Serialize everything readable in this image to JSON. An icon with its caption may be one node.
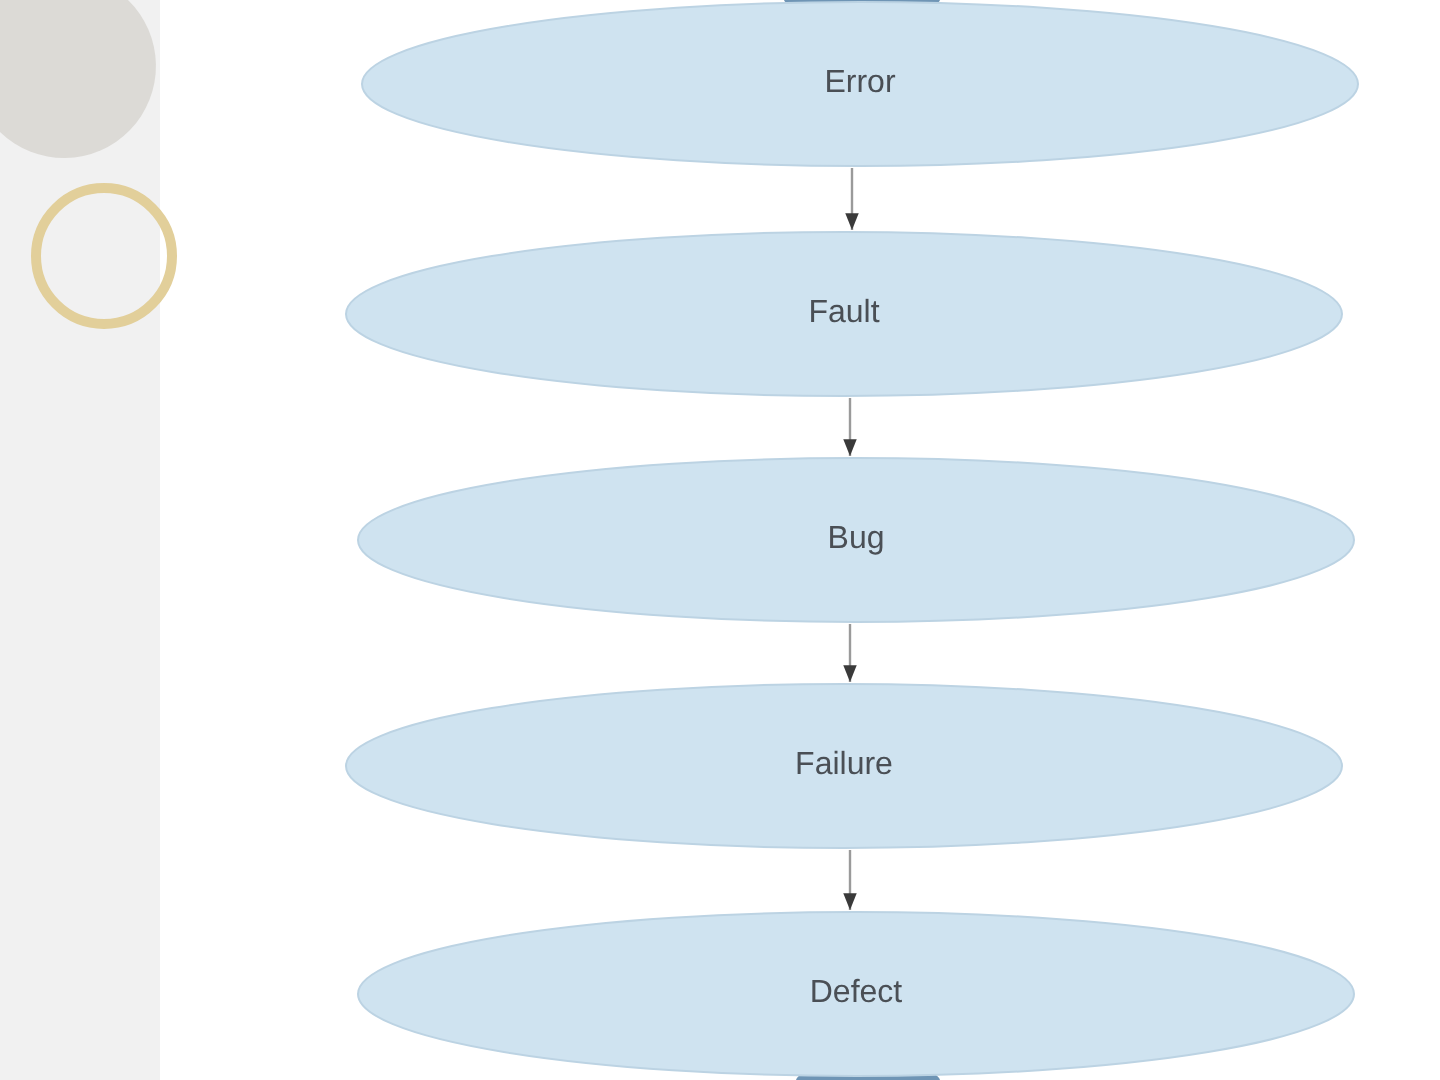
{
  "diagram": {
    "nodes": [
      {
        "text": [
          "Error"
        ]
      },
      {
        "text": [
          "Fault"
        ]
      },
      {
        "text": [
          "Bug"
        ]
      },
      {
        "text": [
          "Failure"
        ]
      },
      {
        "text": [
          "Defect"
        ]
      }
    ],
    "edges": [
      {
        "from": 0,
        "to": 1,
        "arrow": "to"
      },
      {
        "from": 1,
        "to": 2,
        "arrow": "to"
      },
      {
        "from": 2,
        "to": 3,
        "arrow": "to"
      },
      {
        "from": 3,
        "to": 4,
        "arrow": "to"
      }
    ]
  }
}
